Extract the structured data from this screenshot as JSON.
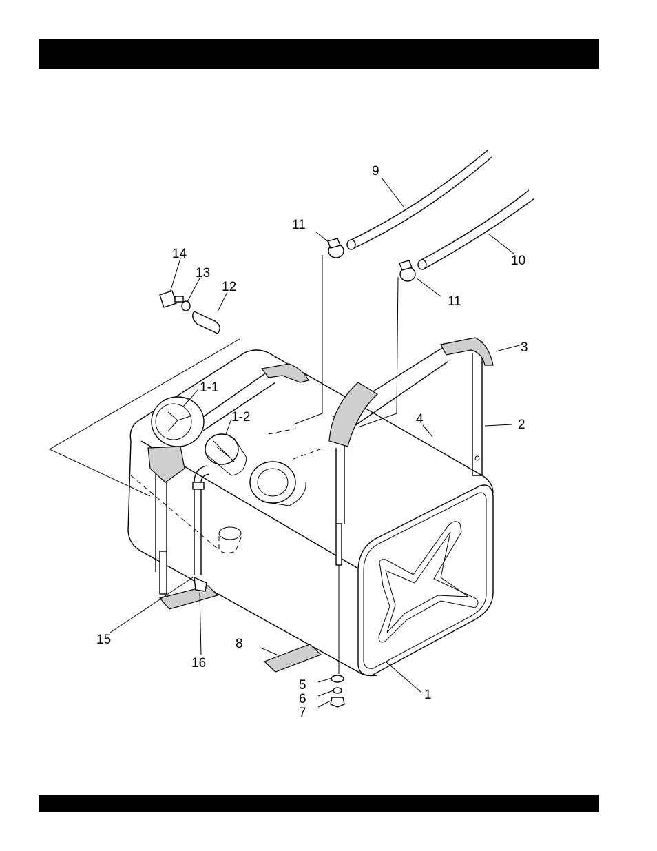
{
  "header_bar": "",
  "footer_bar": "",
  "callouts": {
    "c1": "1",
    "c1_1": "1-1",
    "c1_2": "1-2",
    "c2": "2",
    "c3": "3",
    "c4": "4",
    "c5": "5",
    "c6": "6",
    "c7": "7",
    "c8": "8",
    "c9": "9",
    "c10": "10",
    "c11a": "11",
    "c11b": "11",
    "c12": "12",
    "c13": "13",
    "c14": "14",
    "c15": "15",
    "c16": "16"
  },
  "colors": {
    "ink": "#000000",
    "paper": "#ffffff",
    "foam": "#cfcfcf"
  }
}
